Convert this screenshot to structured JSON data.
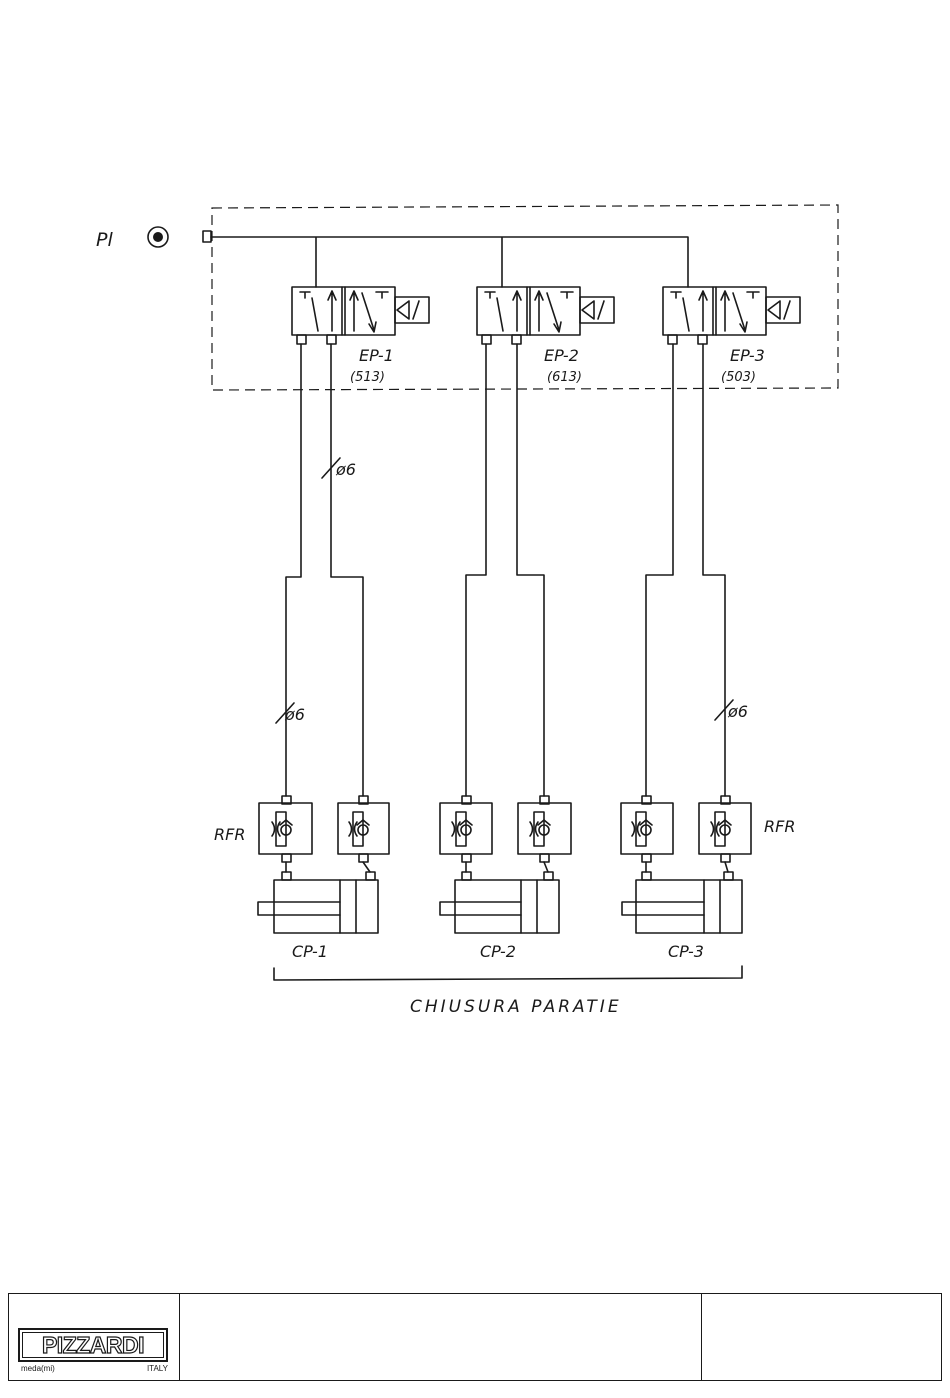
{
  "diagram": {
    "supply_label": "Pl",
    "valves": [
      {
        "tag": "EP-1",
        "code": "(513)"
      },
      {
        "tag": "EP-2",
        "code": "(613)"
      },
      {
        "tag": "EP-3",
        "code": "(503)"
      }
    ],
    "pipe_size_labels": [
      "ø6",
      "ø6",
      "ø6"
    ],
    "regulator_label_left": "RFR",
    "regulator_label_right": "RFR",
    "cylinders": [
      "CP-1",
      "CP-2",
      "CP-3"
    ],
    "group_caption": "CHIUSURA PARATIE"
  },
  "title_block": {
    "logo_text": "PIZZARDI",
    "logo_city": "meda",
    "logo_province": "(mi)",
    "logo_country": "ITALY"
  }
}
